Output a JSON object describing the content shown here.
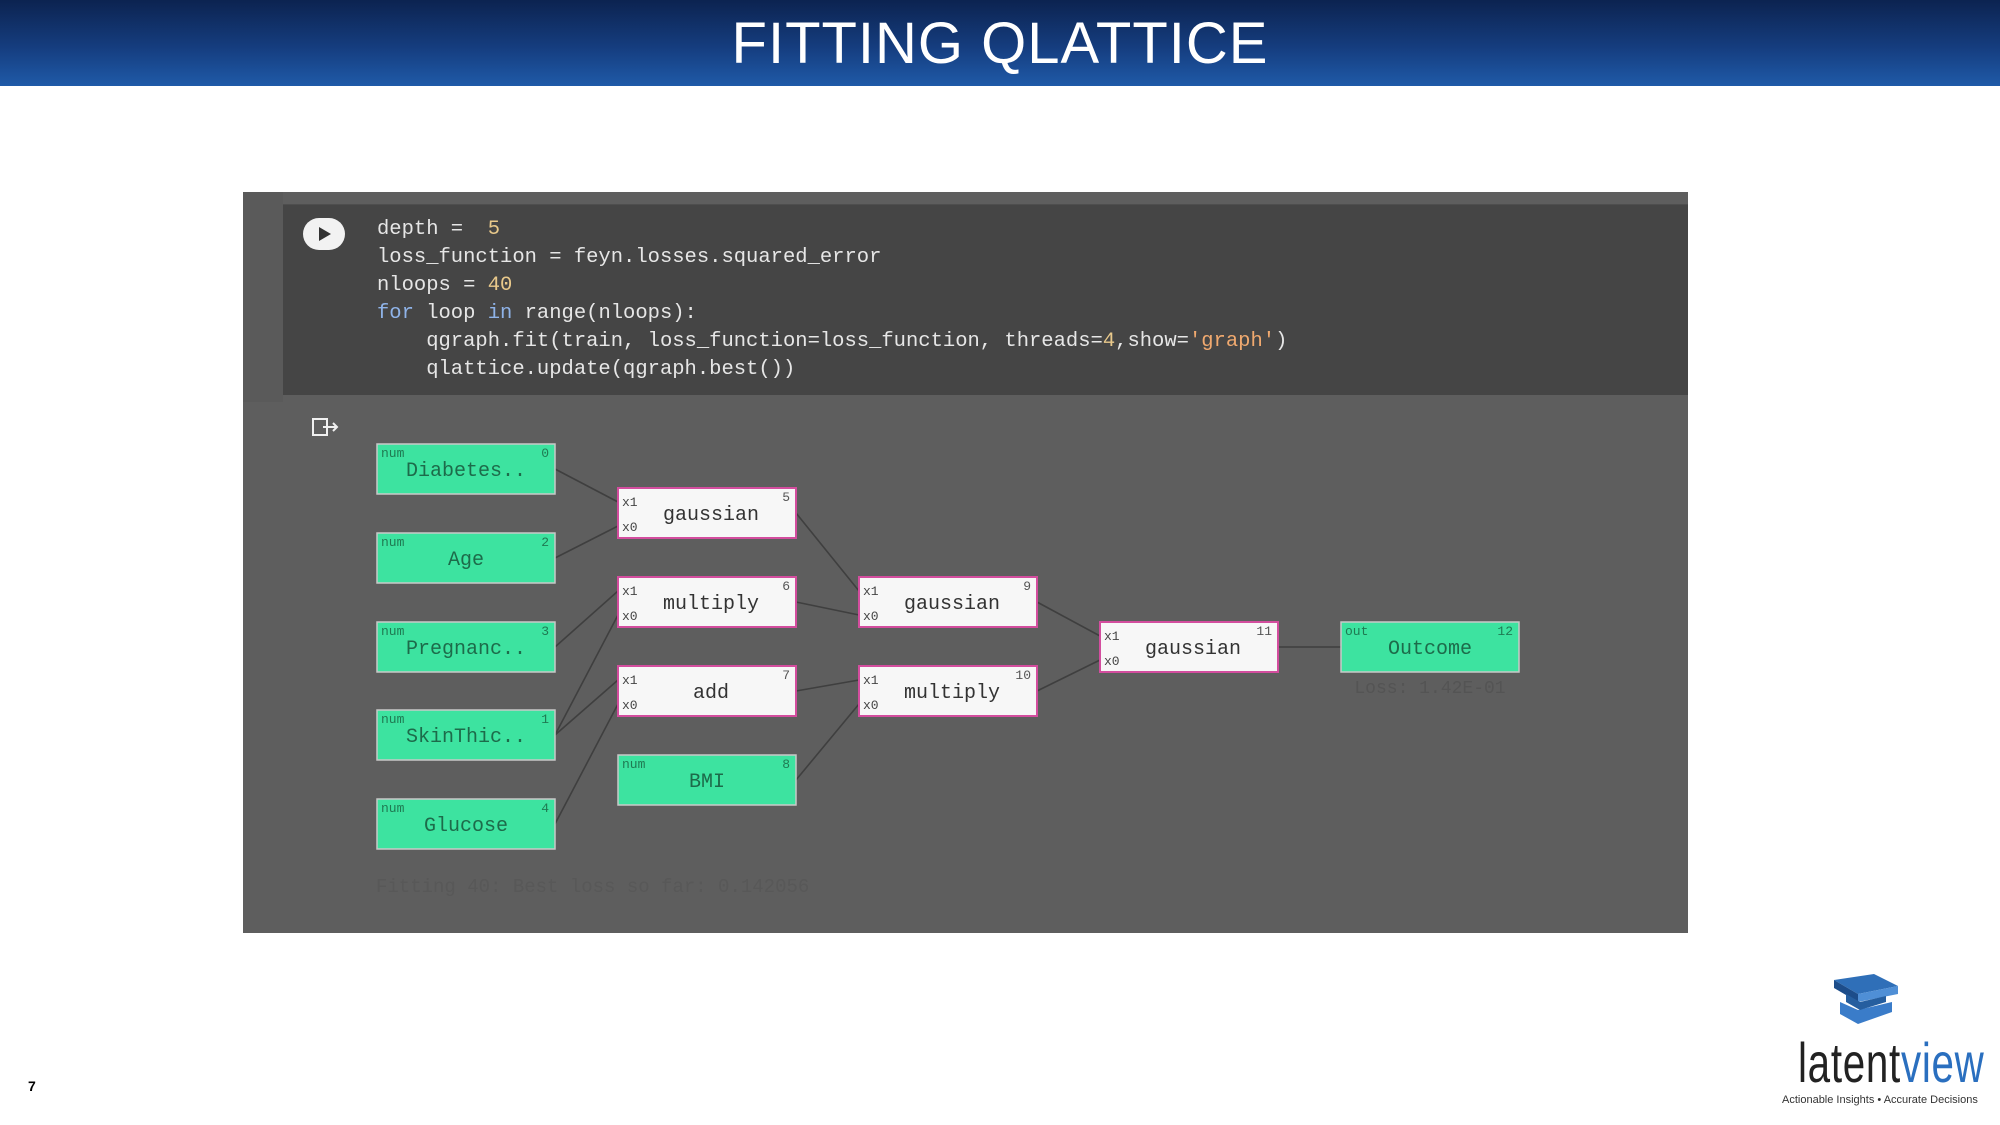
{
  "slide": {
    "title": "FITTING QLATTICE",
    "page_number": "7"
  },
  "code_cell": {
    "lines": [
      {
        "text": "depth =  ",
        "num": "5"
      },
      {
        "text": "loss_function = feyn.losses.squared_error"
      },
      {
        "text": "nloops = ",
        "num": "40"
      },
      {
        "kw1": "for",
        "mid1": " loop ",
        "kw2": "in",
        "mid2": " range(nloops):"
      },
      {
        "pre": "    qgraph.fit(train, loss_function=loss_function, threads=",
        "num": "4",
        "mid": ",show=",
        "str": "'graph'",
        "post": ")"
      },
      {
        "text": "    qlattice.update(qgraph.best())"
      }
    ]
  },
  "graph": {
    "nodes": [
      {
        "id": "n0",
        "label": "Diabetes..",
        "kind": "input",
        "tag": "num",
        "index": "0"
      },
      {
        "id": "n2",
        "label": "Age",
        "kind": "input",
        "tag": "num",
        "index": "2"
      },
      {
        "id": "n3",
        "label": "Pregnanc..",
        "kind": "input",
        "tag": "num",
        "index": "3"
      },
      {
        "id": "n1",
        "label": "SkinThic..",
        "kind": "input",
        "tag": "num",
        "index": "1"
      },
      {
        "id": "n4",
        "label": "Glucose",
        "kind": "input",
        "tag": "num",
        "index": "4"
      },
      {
        "id": "n5",
        "label": "gaussian",
        "kind": "op",
        "index": "5",
        "in1": "x1",
        "in0": "x0"
      },
      {
        "id": "n6",
        "label": "multiply",
        "kind": "op",
        "index": "6",
        "in1": "x1",
        "in0": "x0"
      },
      {
        "id": "n7",
        "label": "add",
        "kind": "op",
        "index": "7",
        "in1": "x1",
        "in0": "x0"
      },
      {
        "id": "n8",
        "label": "BMI",
        "kind": "input",
        "tag": "num",
        "index": "8"
      },
      {
        "id": "n9",
        "label": "gaussian",
        "kind": "op",
        "index": "9",
        "in1": "x1",
        "in0": "x0"
      },
      {
        "id": "n10",
        "label": "multiply",
        "kind": "op",
        "index": "10",
        "in1": "x1",
        "in0": "x0"
      },
      {
        "id": "n11",
        "label": "gaussian",
        "kind": "op",
        "index": "11",
        "in1": "x1",
        "in0": "x0"
      },
      {
        "id": "n12",
        "label": "Outcome",
        "kind": "output",
        "tag": "out",
        "index": "12"
      }
    ],
    "loss_label": "Loss: 1.42E-01",
    "status": "Fitting 40: Best loss so far: 0.142056"
  },
  "logo": {
    "word_prefix": "latent",
    "word_suffix": "view",
    "tagline": "Actionable Insights • Accurate Decisions"
  },
  "colors": {
    "header_dark": "#0c2350",
    "header_light": "#1f5aa8",
    "input_node": "#3de3a0",
    "op_node_border": "#d34d9e",
    "notebook_bg": "#5e5e5e"
  }
}
